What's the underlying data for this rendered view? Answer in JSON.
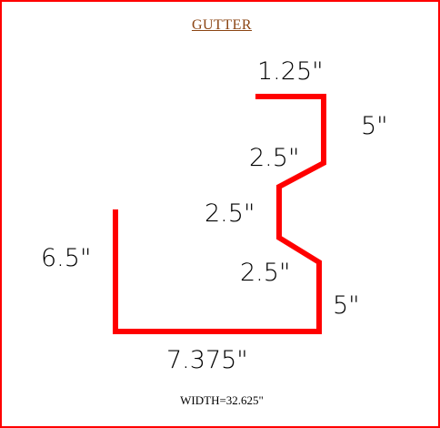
{
  "title": "GUTTER",
  "footer": "WIDTH=32.625\"",
  "profile_color": "#ff0000",
  "border_color": "#ff0000",
  "dimensions": {
    "top_flange": "1.25\"",
    "right_upper": "5\"",
    "upper_angle": "2.5\"",
    "middle_vertical": "2.5\"",
    "lower_angle": "2.5\"",
    "right_lower": "5\"",
    "left_back": "6.5\"",
    "bottom": "7.375\""
  }
}
